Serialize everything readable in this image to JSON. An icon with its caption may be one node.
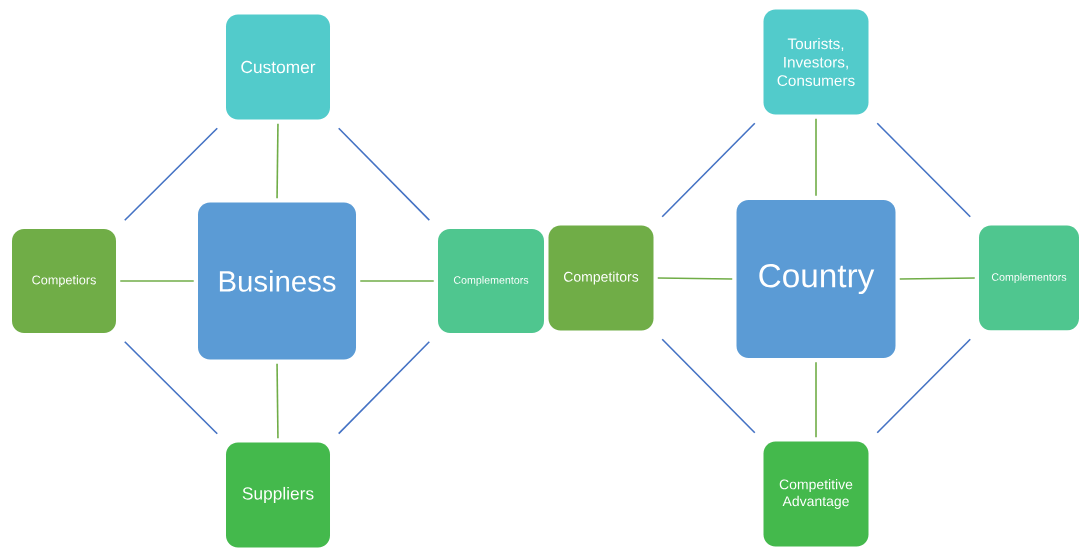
{
  "diagram": {
    "nodes": [
      {
        "text": [
          "Business"
        ]
      },
      {
        "text": [
          "Customer"
        ]
      },
      {
        "text": [
          "Competiors"
        ]
      },
      {
        "text": [
          "Complementors"
        ]
      },
      {
        "text": [
          "Suppliers"
        ]
      },
      {
        "text": [
          "Country"
        ]
      },
      {
        "text": [
          "Tourists, Investors, Consumers"
        ]
      },
      {
        "text": [
          "Competitors"
        ]
      },
      {
        "text": [
          "Complementors"
        ]
      },
      {
        "text": [
          "Competitive Advantage"
        ]
      }
    ],
    "edges": [
      {
        "from": 0,
        "to": 1,
        "arrow": "none"
      },
      {
        "from": 0,
        "to": 2,
        "arrow": "none"
      },
      {
        "from": 0,
        "to": 3,
        "arrow": "none"
      },
      {
        "from": 0,
        "to": 4,
        "arrow": "none"
      },
      {
        "from": 1,
        "to": 2,
        "arrow": "none",
        "color": "#4472c4"
      },
      {
        "from": 1,
        "to": 3,
        "arrow": "none",
        "color": "#4472c4"
      },
      {
        "from": 2,
        "to": 4,
        "arrow": "none",
        "color": "#4472c4"
      },
      {
        "from": 3,
        "to": 4,
        "arrow": "none",
        "color": "#4472c4"
      },
      {
        "from": 5,
        "to": 6,
        "arrow": "none"
      },
      {
        "from": 5,
        "to": 7,
        "arrow": "none"
      },
      {
        "from": 5,
        "to": 8,
        "arrow": "none"
      },
      {
        "from": 5,
        "to": 9,
        "arrow": "none"
      },
      {
        "from": 6,
        "to": 7,
        "arrow": "none",
        "color": "#4472c4"
      },
      {
        "from": 6,
        "to": 8,
        "arrow": "none",
        "color": "#4472c4"
      },
      {
        "from": 7,
        "to": 9,
        "arrow": "none",
        "color": "#4472c4"
      },
      {
        "from": 8,
        "to": 9,
        "arrow": "none",
        "color": "#4472c4"
      }
    ]
  }
}
